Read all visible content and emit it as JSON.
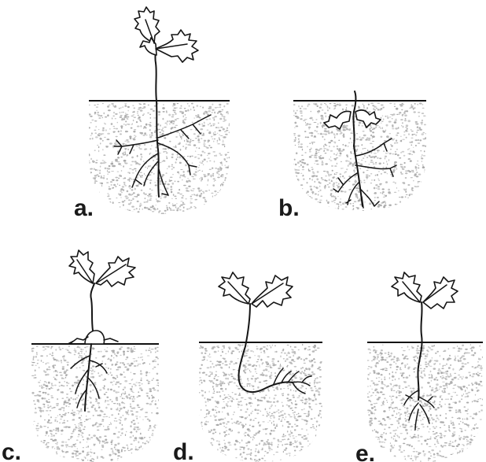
{
  "panels": [
    {
      "id": "a",
      "label": "a."
    },
    {
      "id": "b",
      "label": "b."
    },
    {
      "id": "c",
      "label": "c."
    },
    {
      "id": "d",
      "label": "d."
    },
    {
      "id": "e",
      "label": "e."
    }
  ],
  "colors": {
    "soil": "#a8a8a8",
    "ink": "#151515",
    "background": "#ffffff"
  }
}
